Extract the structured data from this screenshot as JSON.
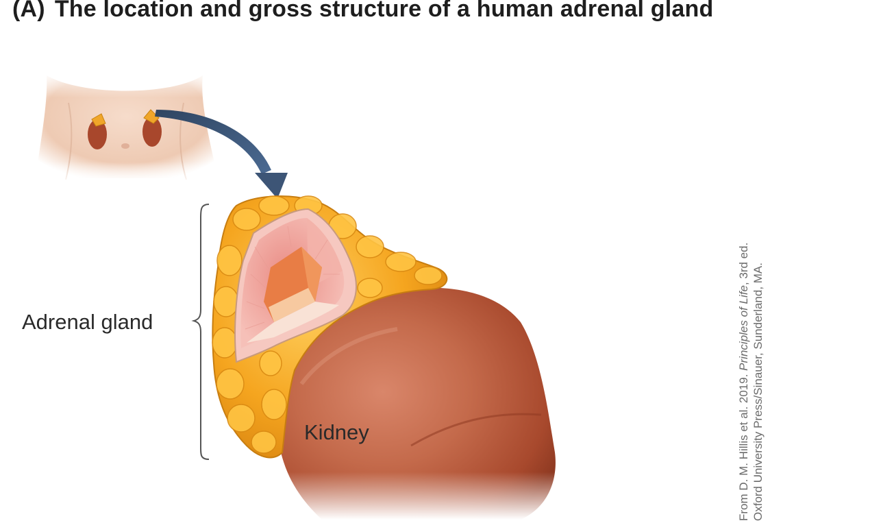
{
  "figure": {
    "panel_letter": "(A)",
    "title": "The location and gross structure of a human adrenal gland",
    "labels": {
      "adrenal_gland": "Adrenal gland",
      "kidney": "Kidney"
    },
    "credit": {
      "prefix": "From D. M. Hillis et al. 2019.",
      "book": "Principles of Life",
      "edition": ", 3rd ed.",
      "publisher": "Oxford University Press/Sinauer, Sunderland, MA."
    }
  },
  "colors": {
    "arrow": "#3d5576",
    "fat": "#f0a21e",
    "kidney": "#b85a3c",
    "cortex": "#f2a5a0",
    "medulla": "#e67a3c"
  }
}
